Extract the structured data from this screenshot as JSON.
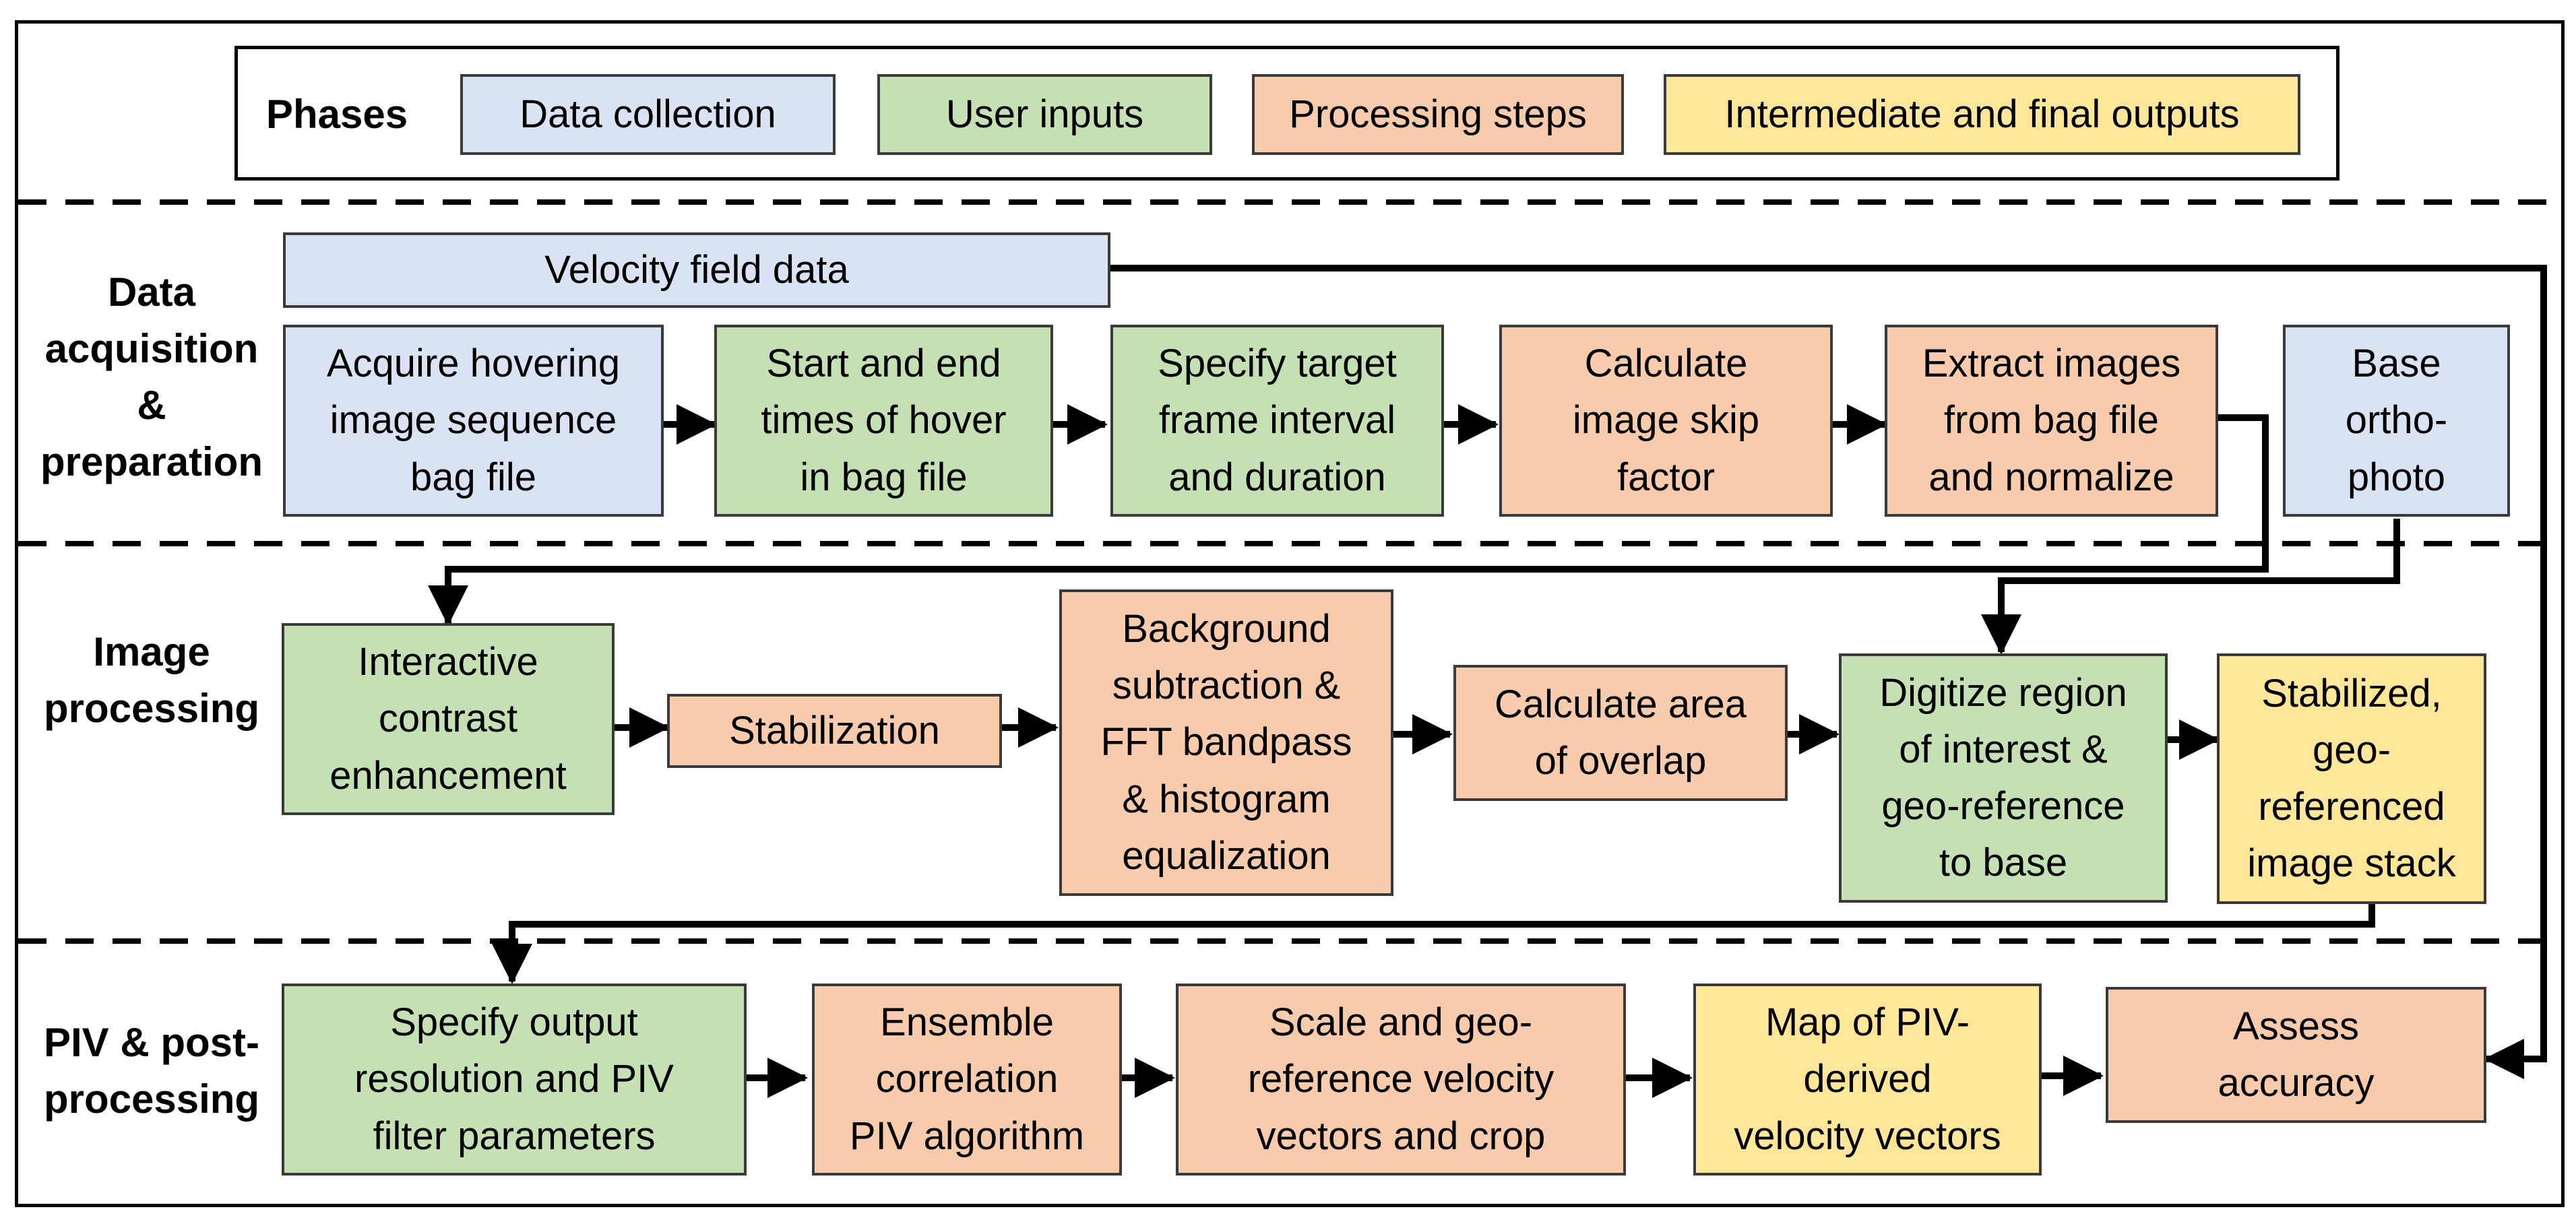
{
  "legend": {
    "title": "Phases",
    "items": [
      "Data collection",
      "User inputs",
      "Processing steps",
      "Intermediate and final outputs"
    ]
  },
  "phases": {
    "data_acquisition": "Data\nacquisition\n&\npreparation",
    "image_processing": "Image\nprocessing",
    "piv": "PIV & post-\nprocessing"
  },
  "boxes": {
    "velocity_field_data": "Velocity field data",
    "acquire_hovering": "Acquire  hovering\nimage sequence\nbag file",
    "start_end_times": "Start and end\ntimes of hover\nin bag file",
    "specify_target": "Specify target\nframe interval\nand duration",
    "calculate_skip": "Calculate\nimage skip\nfactor",
    "extract_images": "Extract images\nfrom bag file\nand normalize",
    "base_orthophoto": "Base\northo-\nphoto",
    "interactive_contrast": "Interactive\ncontrast\nenhancement",
    "stabilization": "Stabilization",
    "background_subtraction": "Background\nsubtraction &\nFFT bandpass\n& histogram\nequalization",
    "calculate_overlap": "Calculate area\nof overlap",
    "digitize_roi": "Digitize region\nof interest &\ngeo-reference\nto base",
    "stabilized_stack": "Stabilized,\ngeo-\nreferenced\nimage stack",
    "specify_output": "Specify output\nresolution and PIV\nfilter parameters",
    "ensemble_correlation": "Ensemble\ncorrelation\nPIV algorithm",
    "scale_georeference": "Scale and geo-\nreference velocity\nvectors and crop",
    "map_piv": "Map of PIV-\nderived\nvelocity vectors",
    "assess_accuracy": "Assess\naccuracy"
  },
  "colors": {
    "data_collection": "#dae3f3",
    "user_inputs": "#c5e0b4",
    "processing_steps": "#f8cbad",
    "outputs": "#ffe699"
  }
}
